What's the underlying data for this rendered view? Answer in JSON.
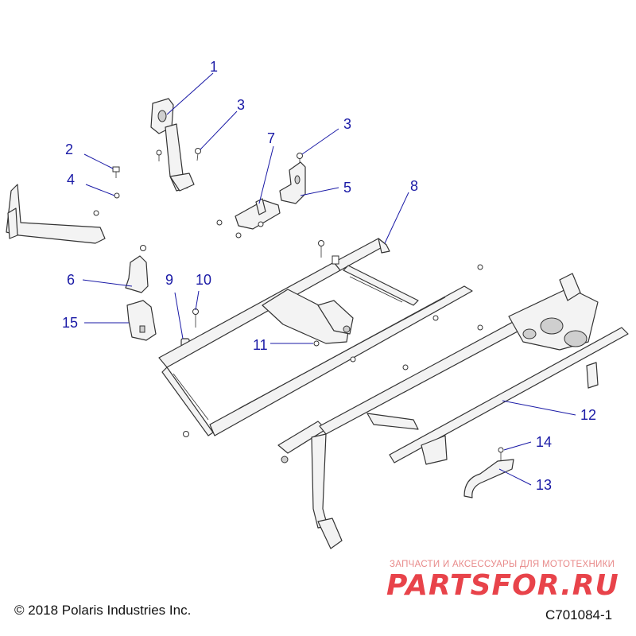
{
  "footer": {
    "copyright": "© 2018 Polaris Industries Inc.",
    "diagram_id": "C701084-1"
  },
  "watermark": {
    "tagline": "ЗАПЧАСТИ И АКСЕССУАРЫ ДЛЯ МОТОТЕХНИКИ",
    "brand": "PARTSFOR.RU",
    "color": "#e8434a"
  },
  "callouts": [
    "1",
    "2",
    "3",
    "3",
    "4",
    "5",
    "6",
    "7",
    "8",
    "9",
    "10",
    "11",
    "12",
    "13",
    "14",
    "15"
  ],
  "callout_color": "#1a1aa6"
}
